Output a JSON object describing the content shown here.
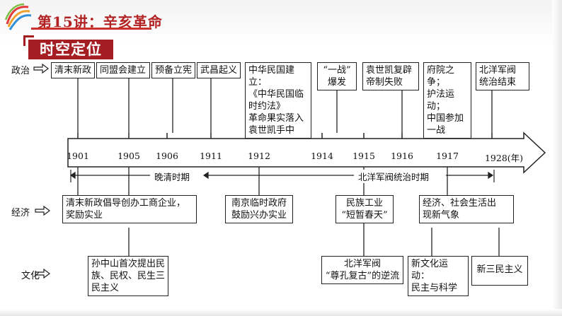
{
  "header": {
    "lesson_title": "第15讲：辛亥革命",
    "badge": "时空定位"
  },
  "rows": {
    "politics_label": "政治",
    "economy_label": "经济",
    "culture_label": "文化"
  },
  "timeline": {
    "years": [
      "1901",
      "1905",
      "1906",
      "1911",
      "1912",
      "1914",
      "1915",
      "1916",
      "1917",
      "1928(年)"
    ],
    "period_late_qing": "晚清时期",
    "period_beiyang": "北洋军阀统治时期"
  },
  "politics_events": [
    {
      "lines": [
        "清末新政"
      ]
    },
    {
      "lines": [
        "同盟会建立"
      ]
    },
    {
      "lines": [
        "预备立宪"
      ]
    },
    {
      "lines": [
        "武昌起义"
      ]
    },
    {
      "lines": [
        "中华民国建立：",
        "《中华民国临",
        "时约法》",
        "革命果实落入",
        "袁世凯手中"
      ]
    },
    {
      "lines": [
        "“一战”",
        "爆发"
      ]
    },
    {
      "lines": [
        "袁世凯复辟",
        "帝制失败"
      ]
    },
    {
      "lines": [
        "府院之争；",
        "护法运动；",
        "中国参加",
        "一战"
      ]
    },
    {
      "lines": [
        "北洋军阀",
        "统治结束"
      ]
    }
  ],
  "economy_events": [
    {
      "lines": [
        "清末新政倡导创办工商企业，",
        "奖励实业"
      ]
    },
    {
      "lines": [
        "南京临时政府",
        "鼓励兴办实业"
      ]
    },
    {
      "lines": [
        "民族工业",
        "“短暂春天”"
      ]
    },
    {
      "lines": [
        "经济、社会生活出",
        "现新气象"
      ]
    }
  ],
  "culture_events": [
    {
      "lines": [
        "孙中山首次提出民",
        "族、民权、民生三",
        "民主义"
      ]
    },
    {
      "lines": [
        "北洋军阀",
        "“尊孔复古”的逆流"
      ]
    },
    {
      "lines": [
        "新文化运动：",
        "民主与科学"
      ]
    },
    {
      "lines": [
        "新三民主义"
      ]
    }
  ],
  "colors": {
    "accent_red": "#a31d22",
    "title_red": "#b22222",
    "line": "#222222"
  }
}
